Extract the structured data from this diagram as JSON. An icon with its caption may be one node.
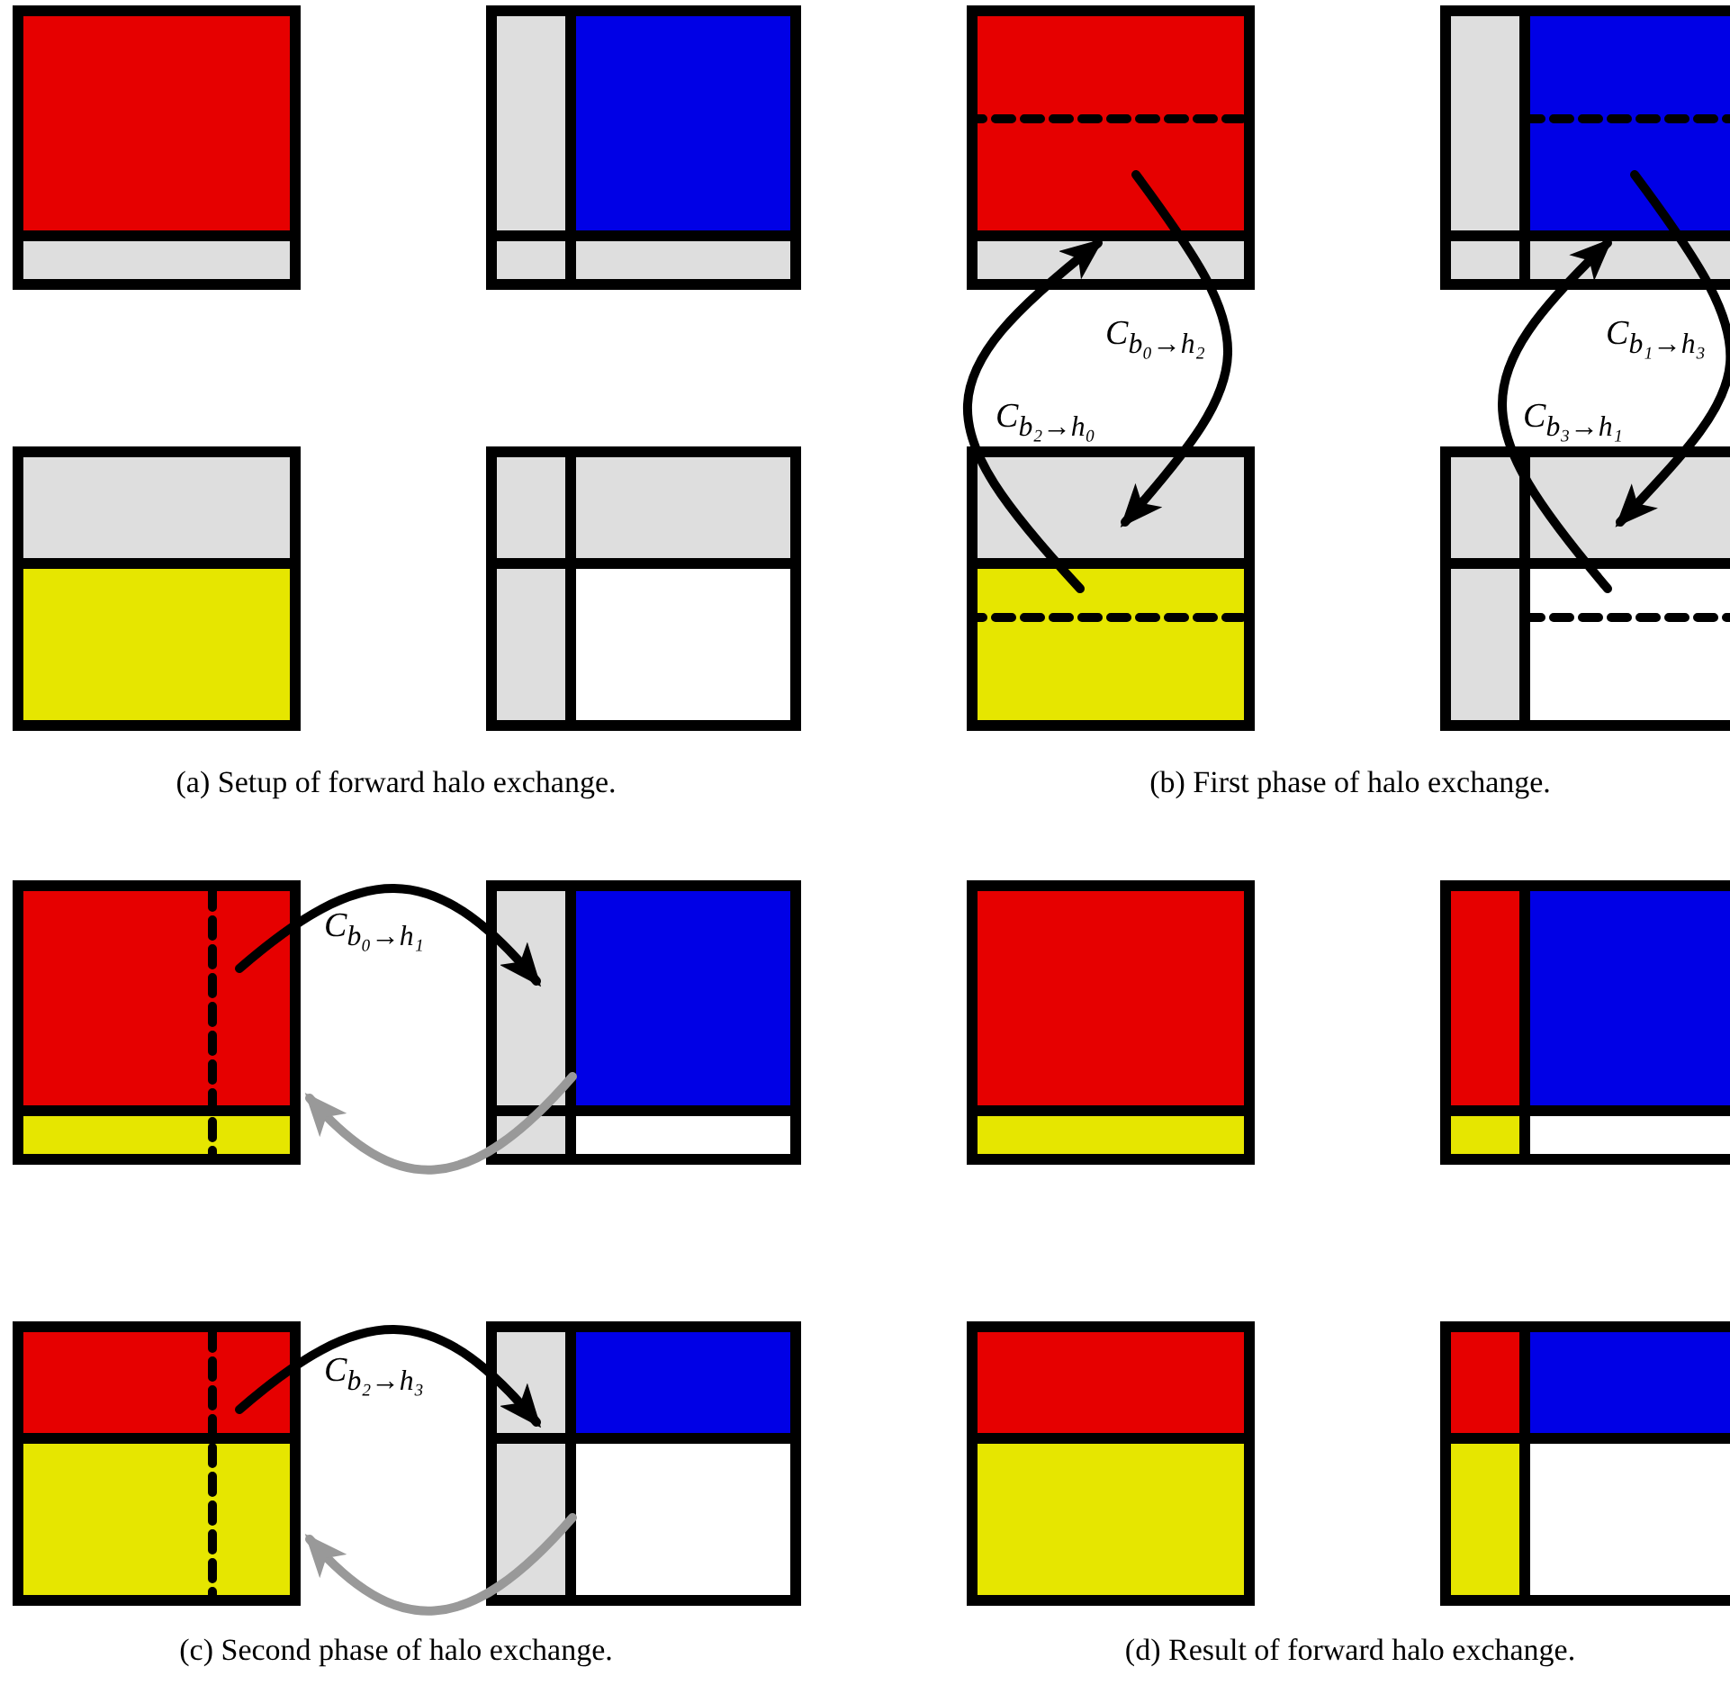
{
  "diagram": {
    "nodes": [
      {
        "text": [],
        "shape": "box"
      },
      {
        "text": [],
        "shape": "box"
      },
      {
        "text": [],
        "shape": "box"
      },
      {
        "text": [],
        "shape": "box"
      },
      {
        "text": [],
        "shape": "box"
      },
      {
        "text": [],
        "shape": "box"
      },
      {
        "text": [],
        "shape": "box"
      },
      {
        "text": [],
        "shape": "box"
      },
      {
        "text": [],
        "shape": "box"
      },
      {
        "text": [],
        "shape": "box"
      },
      {
        "text": [],
        "shape": "box"
      },
      {
        "text": [],
        "shape": "box"
      },
      {
        "text": [],
        "shape": "box"
      },
      {
        "text": [],
        "shape": "box"
      },
      {
        "text": [],
        "shape": "box"
      },
      {
        "text": [],
        "shape": "box"
      }
    ],
    "edges": [
      {
        "from": 4,
        "to": 6,
        "arrow": "to",
        "label": "C$_{b₀→h₂}$"
      },
      {
        "from": 6,
        "to": 4,
        "arrow": "to",
        "label": "C$_{b₂→h₀}$"
      },
      {
        "from": 5,
        "to": 7,
        "arrow": "to",
        "label": "C$_{b₁→h₃}$"
      },
      {
        "from": 7,
        "to": 5,
        "arrow": "to",
        "label": "C$_{b₃→h₁}$"
      },
      {
        "from": 8,
        "to": 9,
        "arrow": "to",
        "label": "C$_{b₀→h₁}$"
      },
      {
        "from": 9,
        "to": 8,
        "arrow": "to",
        "color": "#999999"
      },
      {
        "from": 10,
        "to": 11,
        "arrow": "to",
        "label": "C$_{b₂→h₃}$"
      },
      {
        "from": 11,
        "to": 10,
        "arrow": "to",
        "color": "#999999"
      }
    ],
    "labels": [
      "(a) Setup of forward halo exchange.",
      "(b) First phase of halo exchange.",
      "(c) Second phase of halo exchange.",
      "(d) Result of forward halo exchange."
    ]
  }
}
